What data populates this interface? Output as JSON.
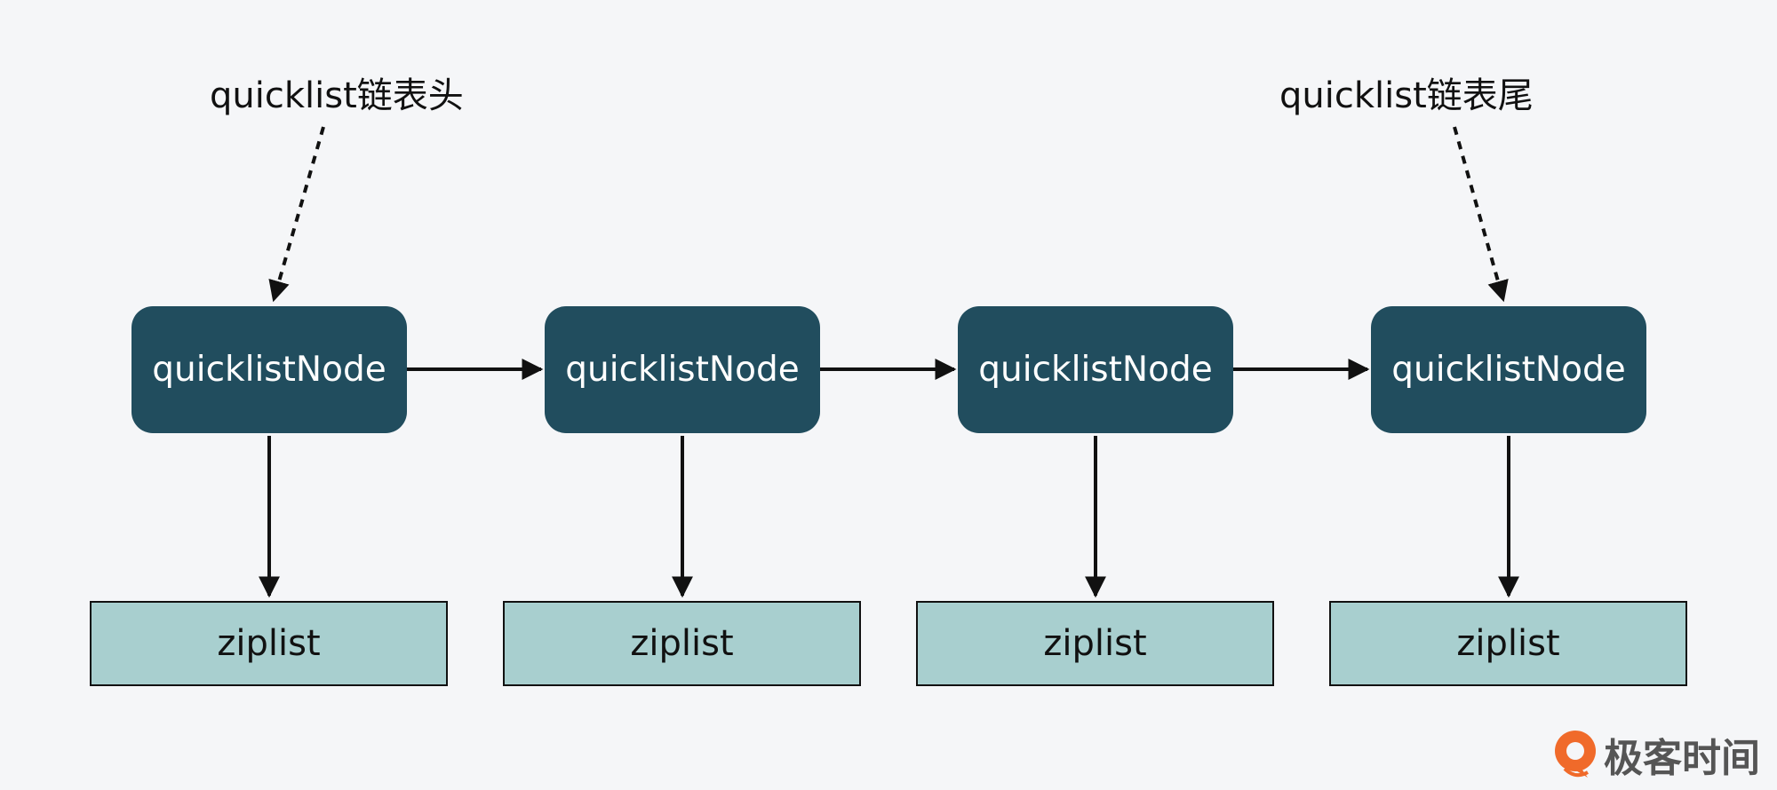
{
  "labels": {
    "head": "quicklist链表头",
    "tail": "quicklist链表尾"
  },
  "nodes": [
    {
      "label": "quicklistNode"
    },
    {
      "label": "quicklistNode"
    },
    {
      "label": "quicklistNode"
    },
    {
      "label": "quicklistNode"
    }
  ],
  "ziplists": [
    {
      "label": "ziplist"
    },
    {
      "label": "ziplist"
    },
    {
      "label": "ziplist"
    },
    {
      "label": "ziplist"
    }
  ],
  "watermark": {
    "text": "极客时间"
  },
  "colors": {
    "background": "#f5f6f8",
    "node_fill": "#214d5e",
    "node_text": "#ffffff",
    "ziplist_fill": "#a8cfcf",
    "arrow": "#111111",
    "logo_orange": "#f06a2a",
    "logo_text": "#555555"
  },
  "icons": {
    "logo": "geektime-logo-icon"
  }
}
